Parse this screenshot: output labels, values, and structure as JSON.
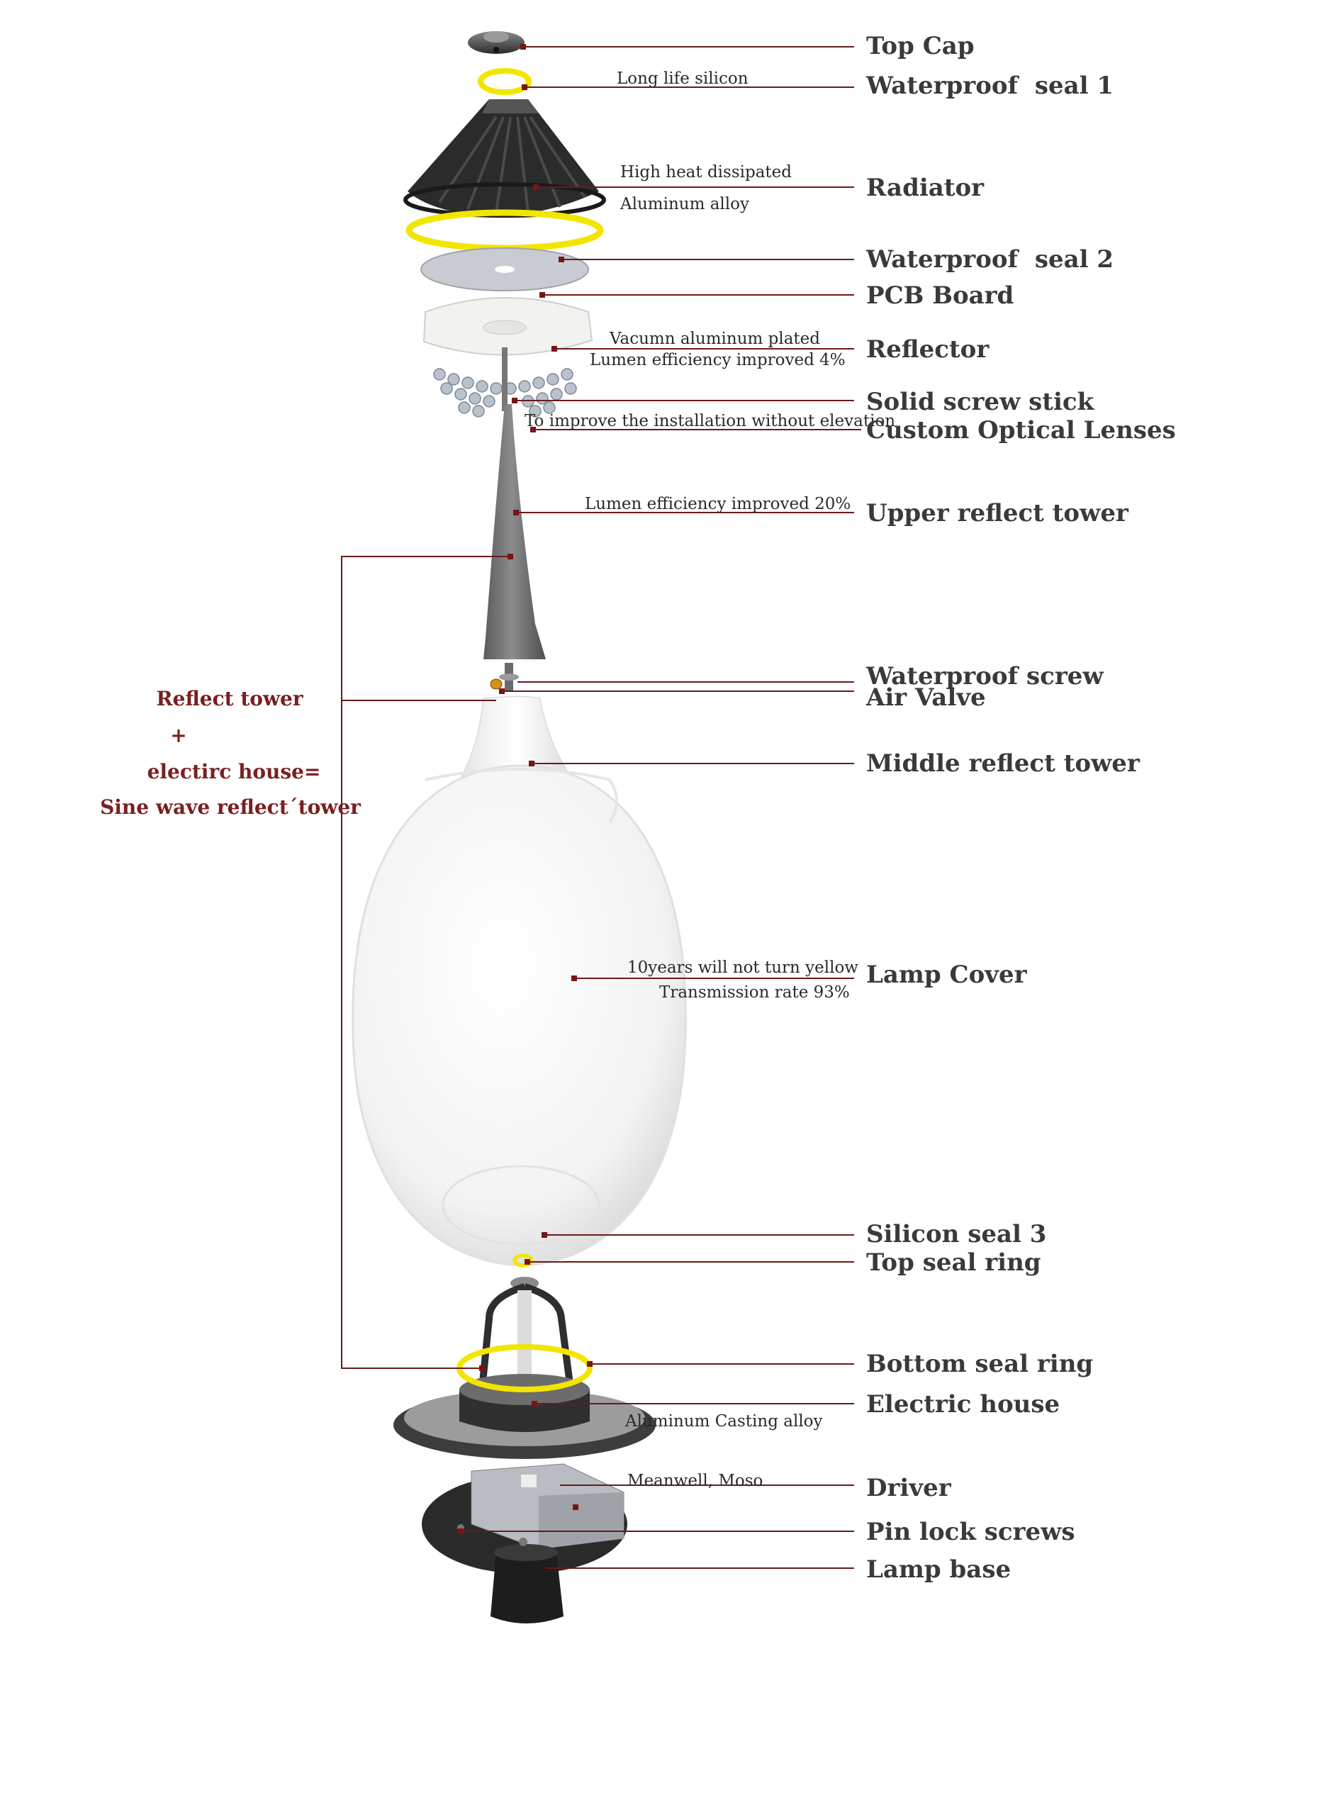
{
  "diagram": {
    "components": [
      {
        "label": "Top Cap",
        "note": ""
      },
      {
        "label": "Waterproof  seal 1",
        "note": "Long life silicon"
      },
      {
        "label": "Radiator",
        "note": "High heat dissipated",
        "note2": "Aluminum alloy"
      },
      {
        "label": "Waterproof  seal 2",
        "note": ""
      },
      {
        "label": "PCB Board",
        "note": ""
      },
      {
        "label": "Reflector",
        "note": "Vacumn aluminum plated",
        "note2": "Lumen efficiency improved 4%"
      },
      {
        "label": "Solid screw stick",
        "note": ""
      },
      {
        "label": "Custom Optical Lenses",
        "note": "To improve the installation without elevation"
      },
      {
        "label": "Upper reflect tower",
        "note": "Lumen efficiency improved 20%"
      },
      {
        "label": "Waterproof screw",
        "note": ""
      },
      {
        "label": "Air Valve",
        "note": ""
      },
      {
        "label": "Middle reflect tower",
        "note": ""
      },
      {
        "label": "Lamp Cover",
        "note": "10years will not turn yellow",
        "note2": "Transmission rate 93%"
      },
      {
        "label": "Silicon seal 3",
        "note": ""
      },
      {
        "label": "Top seal ring",
        "note": ""
      },
      {
        "label": "Bottom seal ring",
        "note": ""
      },
      {
        "label": "Electric house",
        "note": "Aluminum Casting alloy"
      },
      {
        "label": "Driver",
        "note": "Meanwell, Moso"
      },
      {
        "label": "Pin lock screws",
        "note": ""
      },
      {
        "label": "Lamp base",
        "note": ""
      }
    ],
    "side_note": {
      "line1": "Reflect tower",
      "line2": "+",
      "line3": "electirc house=",
      "line4": "Sine wave reflect´tower"
    },
    "colors": {
      "leader": "#6b1a1a",
      "seal": "#f2e600",
      "radiator": "#2b2b2b",
      "cover": "#f4f4f4"
    }
  }
}
